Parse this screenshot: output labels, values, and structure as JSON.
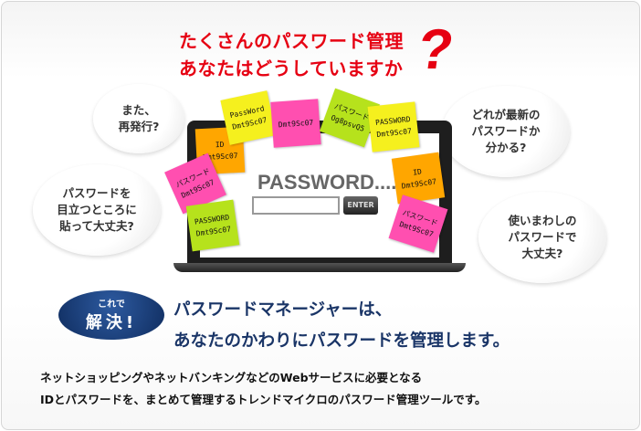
{
  "title": {
    "line1": "たくさんのパスワード管理",
    "line2": "あなたはどうしていますか",
    "mark": "?"
  },
  "colors": {
    "title": "#e60012",
    "headline": "#1a3567",
    "badge": "#0f2c5e",
    "note_yellow": "#f5f01e",
    "note_pink": "#ff4fb0",
    "note_orange": "#ffa600",
    "note_green": "#b6e21c"
  },
  "clouds": [
    {
      "text": "また、\n再発行?"
    },
    {
      "text": "パスワードを\n目立つところに\n貼って大丈夫?"
    },
    {
      "text": "どれが最新の\nパスワードか\n分かる?"
    },
    {
      "text": "使いまわしの\nパスワードで\n大丈夫?"
    }
  ],
  "laptop": {
    "password_label": "PASSWORD.....",
    "enter_label": "ENTER"
  },
  "notes": [
    {
      "l1": "ID",
      "l2": "Dmt9Sc07"
    },
    {
      "l1": "PassWord",
      "l2": "Dmt9Sc07"
    },
    {
      "l1": "",
      "l2": "Dmt9Sc07"
    },
    {
      "l1": "パスワード",
      "l2": "Og8psvQ5"
    },
    {
      "l1": "PASSWORD",
      "l2": "Dmt9Sc07"
    },
    {
      "l1": "パスワード",
      "l2": "Dmt9Sc07"
    },
    {
      "l1": "PASSWORD",
      "l2": "Dmt9Sc07"
    },
    {
      "l1": "ID",
      "l2": "Dmt9Sc07"
    },
    {
      "l1": "パスワード",
      "l2": "Dmt9Sc07"
    }
  ],
  "badge": {
    "small": "これで",
    "large": "解決!"
  },
  "headline": {
    "line1": "パスワードマネージャーは、",
    "line2": "あなたのかわりにパスワードを管理します。"
  },
  "body": {
    "line1": "ネットショッピングやネットバンキングなどのWebサービスに必要となる",
    "line2": "IDとパスワードを、まとめて管理するトレンドマイクロのパスワード管理ツールです。"
  }
}
